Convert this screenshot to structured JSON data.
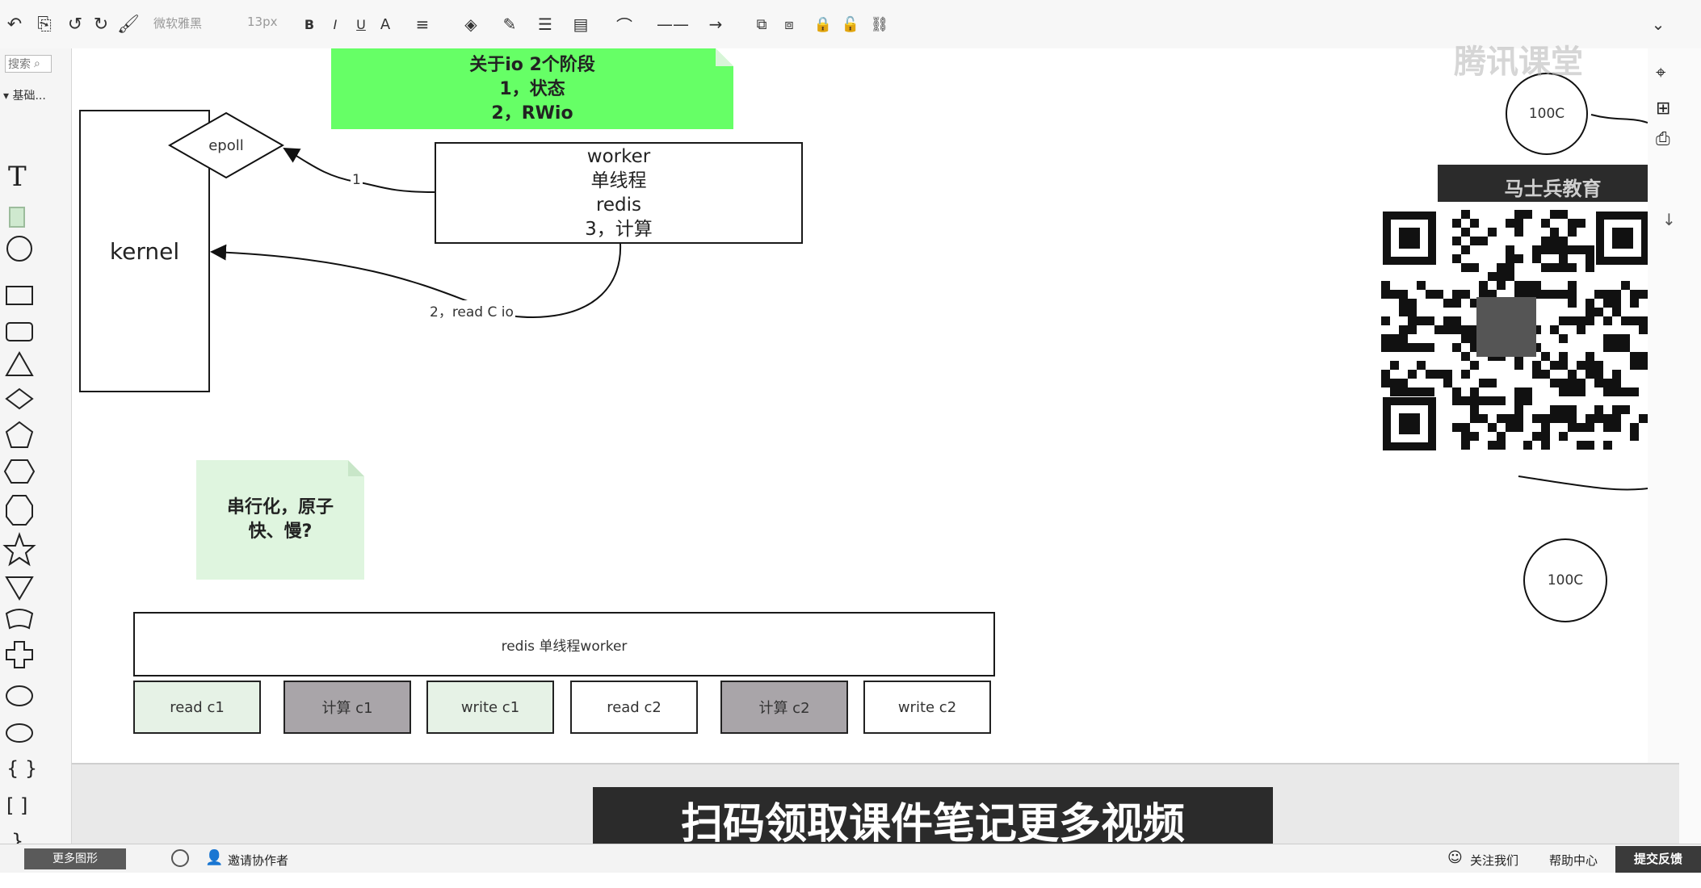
{
  "toolbar": {
    "undo_icon": "undo-icon",
    "font_family_label": "微软雅黑",
    "font_size_label": "13px",
    "bold": "B",
    "italic": "I",
    "underline": "U",
    "collapse_icon": "chevron-down-icon"
  },
  "palette": {
    "search_placeholder": "搜索",
    "category": "▾ 基础...",
    "more_shapes": "更多图形"
  },
  "canvas": {
    "note_top": {
      "line1": "关于io  2个阶段",
      "line2": "1，状态",
      "line3": "2，RWio"
    },
    "epoll_label": "epoll",
    "kernel_label": "kernel",
    "worker_box": {
      "line1": "worker",
      "line2": "单线程",
      "line3": "redis",
      "line4": "3，计算"
    },
    "edge_label_1": "1",
    "edge_label_2": "2，read C io",
    "note_mid": {
      "line1": "串行化，原子",
      "line2": "快、慢?"
    },
    "redis_bar": "redis  单线程worker",
    "tasks": [
      {
        "label": "read c1",
        "bg": "#e6f2e6"
      },
      {
        "label": "计算 c1",
        "bg": "#a9a5a9"
      },
      {
        "label": "write c1",
        "bg": "#e6f2e6"
      },
      {
        "label": "read c2",
        "bg": "#ffffff"
      },
      {
        "label": "计算 c2",
        "bg": "#a9a5a9"
      },
      {
        "label": "write c2",
        "bg": "#ffffff"
      }
    ],
    "circle_top": "100C",
    "circle_bottom": "100C"
  },
  "overlay": {
    "watermark": "腾讯课堂",
    "banner_partial": "马士兵教育",
    "subtitle": "扫码领取课件笔记更多视频"
  },
  "bottombar": {
    "invite": "邀请协作者",
    "follow": "关注我们",
    "help": "帮助中心",
    "feedback": "提交反馈"
  },
  "colors": {
    "note_green": "#66ff66",
    "note_light_green": "#dff5df",
    "dark_banner": "#2b2b2b"
  }
}
